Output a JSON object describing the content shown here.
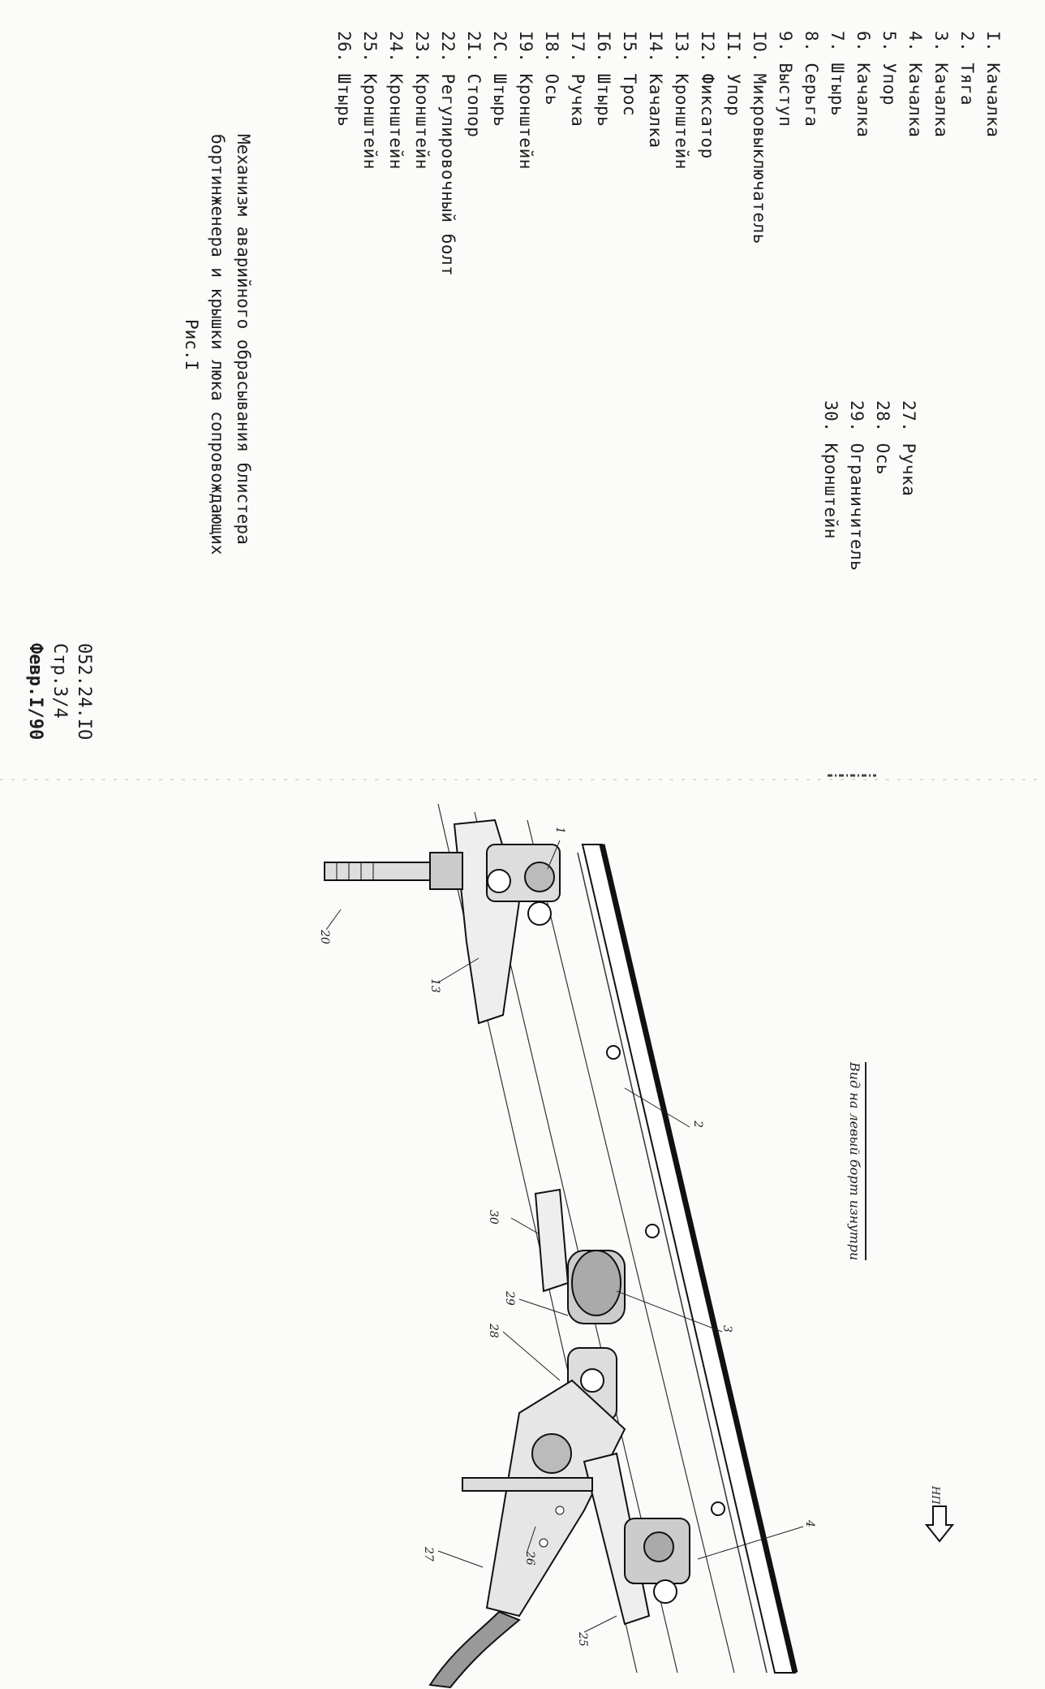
{
  "parts_list": {
    "col1": [
      "I. Качалка",
      "2. Тяга",
      "3. Качалка",
      "4. Качалка",
      "5. Упор",
      "6. Качалка",
      "7. Штырь",
      "8. Серьга",
      "9. Выступ",
      "IO. Микровыключатель",
      "II. Упор",
      "I2. Фиксатор",
      "I3. Кронштейн",
      "I4. Качалка",
      "I5. Трос",
      "I6. Штырь",
      "I7. Ручка",
      "I8. Ось",
      "I9. Кронштейн",
      "2C. Штырь",
      "2I. Стопор",
      "22. Регулировочный болт",
      "23. Кронштейн",
      "24. Кронштейн",
      "25. Кронштейн",
      "26. Штырь"
    ],
    "col2": [
      "27. Ручка",
      "28. Ось",
      "29. Ограничитель",
      "30. Кронштейн"
    ]
  },
  "caption": {
    "line1": "Механизм аварийного обрасывания блистера",
    "line2": "бортинженера и крышки люка сопровождающих",
    "line3": "Рис.I"
  },
  "doc_ref": {
    "number": "052.24.IO",
    "page": "Стр.3/4",
    "date": "Февр.I/90"
  },
  "drawing": {
    "view_label": "Вид на левый борт изнутри",
    "direction_marker": "НП",
    "callouts": [
      "1",
      "20",
      "13",
      "2",
      "30",
      "29",
      "3",
      "28",
      "27",
      "26",
      "4",
      "25"
    ]
  }
}
